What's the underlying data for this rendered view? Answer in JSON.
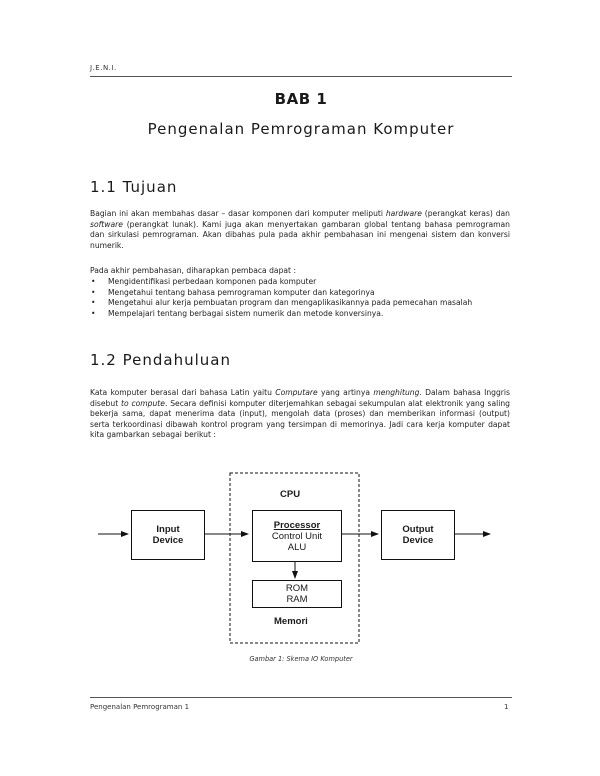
{
  "header": {
    "mark": "J.E.N.I."
  },
  "chapter": {
    "number": "BAB 1",
    "title": "Pengenalan Pemrograman Komputer"
  },
  "section1": {
    "heading": "1.1 Tujuan",
    "para1": {
      "t1": "Bagian ini akan membahas dasar – dasar komponen dari komputer meliputi ",
      "em1": "hardware",
      "t2": " (perangkat keras) dan ",
      "em2": "software",
      "t3": " (perangkat lunak). Kami juga akan menyertakan gambaran global tentang bahasa pemrograman dan sirkulasi pemrograman. Akan dibahas pula pada akhir pembahasan ini mengenai sistem dan konversi numerik."
    },
    "para2": "Pada akhir pembahasan, diharapkan pembaca dapat :",
    "bullets": [
      "Mengidentifikasi perbedaan komponen pada komputer",
      "Mengetahui tentang bahasa pemrograman komputer dan kategorinya",
      "Mengetahui alur kerja pembuatan program dan mengaplikasikannya pada pemecahan masalah",
      "Mempelajari tentang berbagai sistem numerik dan metode konversinya."
    ]
  },
  "section2": {
    "heading": "1.2 Pendahuluan",
    "para1": {
      "t1": "Kata komputer berasal dari bahasa Latin yaitu ",
      "em1": "Computare",
      "t2": " yang artinya ",
      "em2": "menghitung",
      "t3": ". Dalam bahasa Inggris disebut ",
      "em3": "to compute",
      "t4": ". Secara definisi komputer diterjemahkan sebagai sekumpulan alat elektronik yang saling bekerja sama, dapat menerima data (input), mengolah data (proses) dan memberikan informasi (output) serta terkoordinasi dibawah kontrol program yang tersimpan di memorinya. Jadi cara kerja komputer dapat kita gambarkan sebagai berikut :"
    }
  },
  "diagram": {
    "cpu_label": "CPU",
    "input": [
      "Input",
      "Device"
    ],
    "output": [
      "Output",
      "Device"
    ],
    "processor": {
      "title": "Processor",
      "line1": "Control Unit",
      "line2": "ALU"
    },
    "memory": {
      "line1": "ROM",
      "line2": "RAM"
    },
    "memori_label": "Memori"
  },
  "caption": "Gambar 1: Skema IO Komputer",
  "footer": {
    "left": "Pengenalan Pemrograman 1",
    "right": "1"
  }
}
